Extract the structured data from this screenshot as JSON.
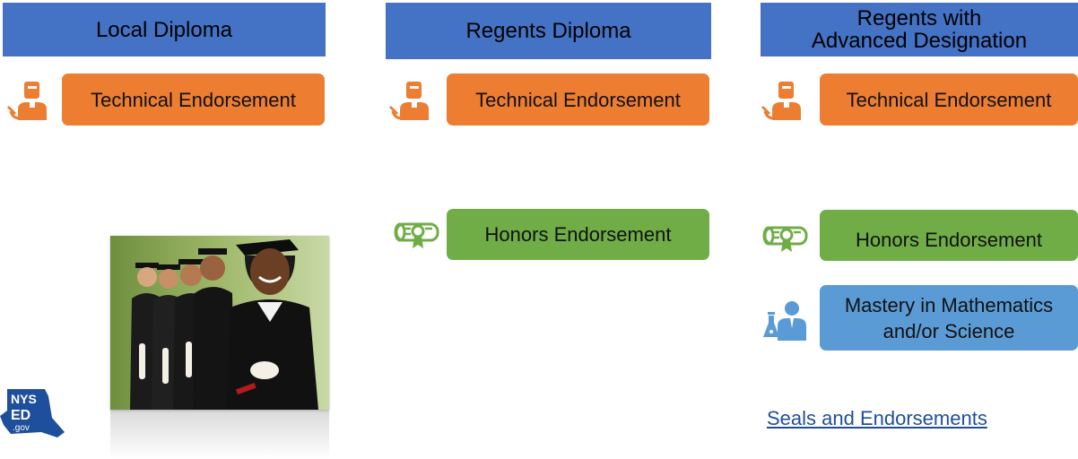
{
  "columns": [
    {
      "header": "Local Diploma",
      "technical": "Technical Endorsement"
    },
    {
      "header": "Regents Diploma",
      "technical": "Technical Endorsement",
      "honors": "Honors Endorsement"
    },
    {
      "header_line1": "Regents with",
      "header_line2": "Advanced Designation",
      "technical": "Technical Endorsement",
      "honors": "Honors Endorsement",
      "mastery_line1": "Mastery in Mathematics",
      "mastery_line2": "and/or Science"
    }
  ],
  "link": "Seals and Endorsements",
  "logo": {
    "line1": "NYS",
    "line2": "ED",
    "line3": ".gov"
  },
  "colors": {
    "header": "#4472c4",
    "technical": "#ed7d31",
    "honors": "#70ad47",
    "mastery": "#5b9bd5",
    "link": "#1f4e9c"
  },
  "icons": [
    "welder-icon",
    "diploma-icon",
    "scientist-icon"
  ]
}
